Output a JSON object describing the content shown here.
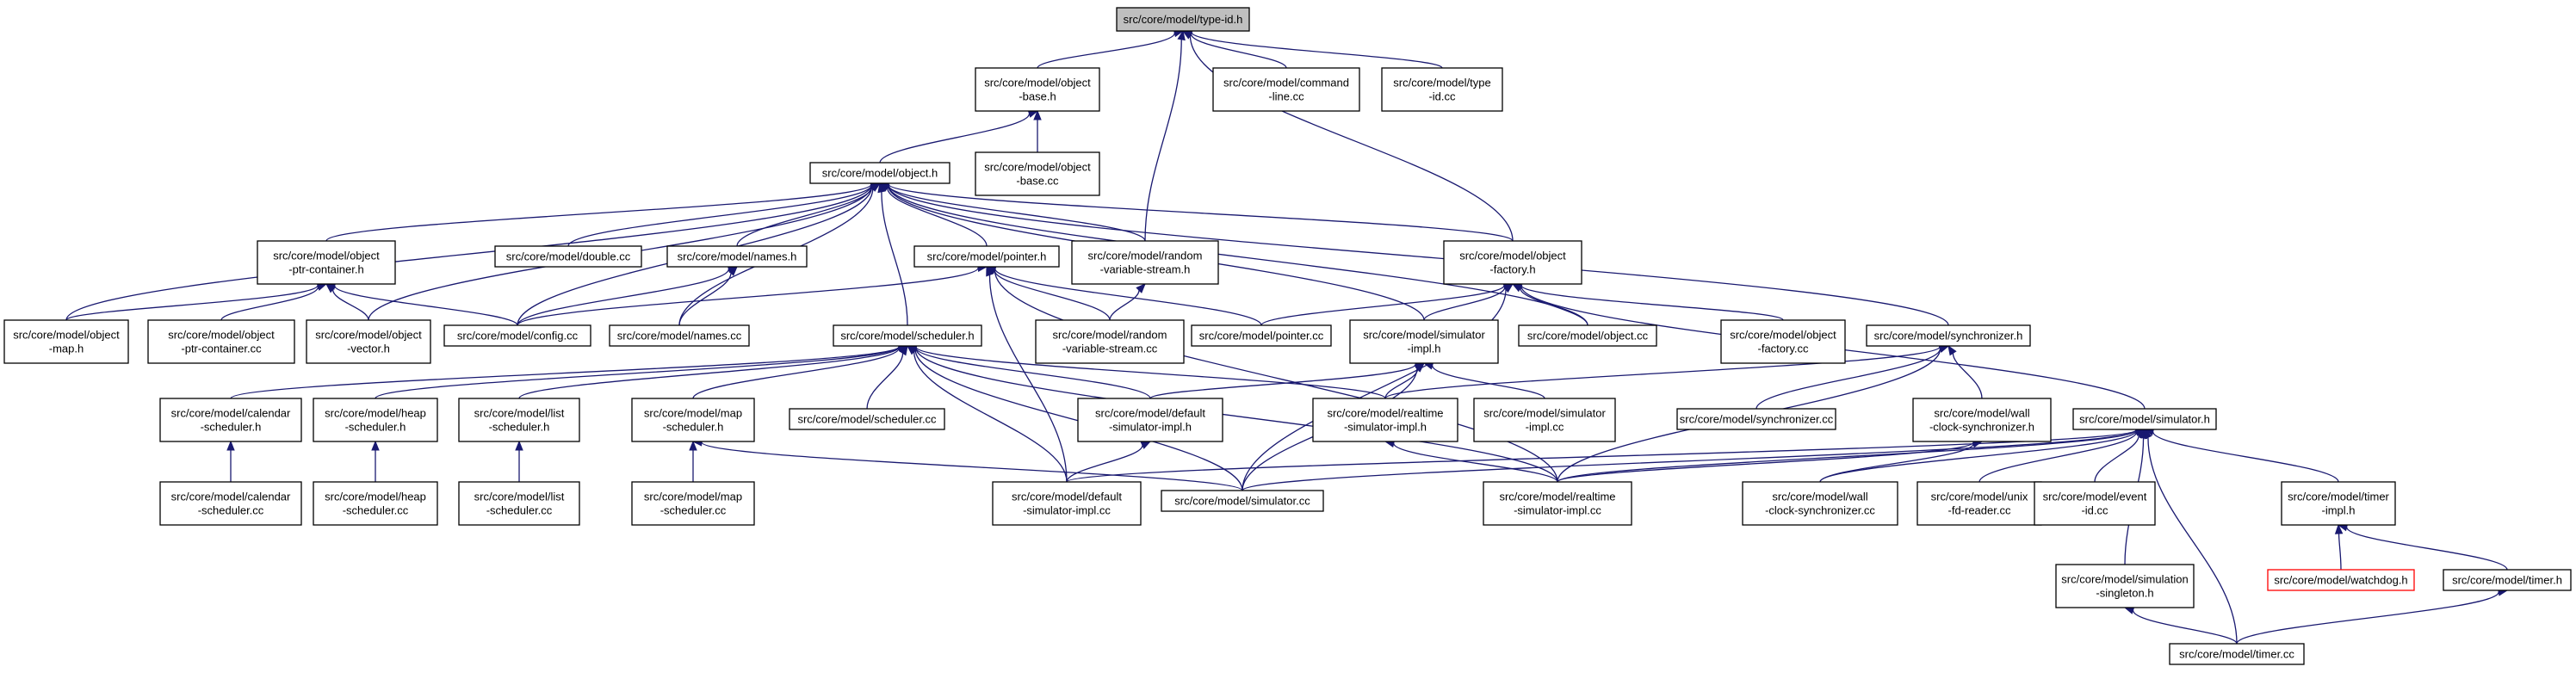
{
  "diagram": {
    "type": "include-dependency-graph",
    "colors": {
      "edge": "#191970",
      "node_border": "#000000",
      "root_fill": "#bfbfbf",
      "broken_border": "#ff0000"
    },
    "nodes": [
      {
        "id": "type_id_h",
        "lines": [
          "src/core/model/type-id.h"
        ],
        "style": "root"
      },
      {
        "id": "object_base_h",
        "lines": [
          "src/core/model/object",
          "-base.h"
        ]
      },
      {
        "id": "command_line_cc",
        "lines": [
          "src/core/model/command",
          "-line.cc"
        ]
      },
      {
        "id": "type_id_cc",
        "lines": [
          "src/core/model/type",
          "-id.cc"
        ]
      },
      {
        "id": "object_base_cc",
        "lines": [
          "src/core/model/object",
          "-base.cc"
        ]
      },
      {
        "id": "object_h",
        "lines": [
          "src/core/model/object.h"
        ]
      },
      {
        "id": "object_ptr_container_h",
        "lines": [
          "src/core/model/object",
          "-ptr-container.h"
        ]
      },
      {
        "id": "double_cc",
        "lines": [
          "src/core/model/double.cc"
        ]
      },
      {
        "id": "names_h",
        "lines": [
          "src/core/model/names.h"
        ]
      },
      {
        "id": "pointer_h",
        "lines": [
          "src/core/model/pointer.h"
        ]
      },
      {
        "id": "random_variable_stream_h",
        "lines": [
          "src/core/model/random",
          "-variable-stream.h"
        ]
      },
      {
        "id": "object_factory_h",
        "lines": [
          "src/core/model/object",
          "-factory.h"
        ]
      },
      {
        "id": "object_map_h",
        "lines": [
          "src/core/model/object",
          "-map.h"
        ]
      },
      {
        "id": "object_ptr_container_cc",
        "lines": [
          "src/core/model/object",
          "-ptr-container.cc"
        ]
      },
      {
        "id": "object_vector_h",
        "lines": [
          "src/core/model/object",
          "-vector.h"
        ]
      },
      {
        "id": "config_cc",
        "lines": [
          "src/core/model/config.cc"
        ]
      },
      {
        "id": "names_cc",
        "lines": [
          "src/core/model/names.cc"
        ]
      },
      {
        "id": "scheduler_h",
        "lines": [
          "src/core/model/scheduler.h"
        ]
      },
      {
        "id": "random_variable_stream_cc",
        "lines": [
          "src/core/model/random",
          "-variable-stream.cc"
        ]
      },
      {
        "id": "pointer_cc",
        "lines": [
          "src/core/model/pointer.cc"
        ]
      },
      {
        "id": "simulator_impl_h",
        "lines": [
          "src/core/model/simulator",
          "-impl.h"
        ]
      },
      {
        "id": "object_cc",
        "lines": [
          "src/core/model/object.cc"
        ]
      },
      {
        "id": "object_factory_cc",
        "lines": [
          "src/core/model/object",
          "-factory.cc"
        ]
      },
      {
        "id": "synchronizer_h",
        "lines": [
          "src/core/model/synchronizer.h"
        ]
      },
      {
        "id": "calendar_scheduler_h",
        "lines": [
          "src/core/model/calendar",
          "-scheduler.h"
        ]
      },
      {
        "id": "heap_scheduler_h",
        "lines": [
          "src/core/model/heap",
          "-scheduler.h"
        ]
      },
      {
        "id": "list_scheduler_h",
        "lines": [
          "src/core/model/list",
          "-scheduler.h"
        ]
      },
      {
        "id": "map_scheduler_h",
        "lines": [
          "src/core/model/map",
          "-scheduler.h"
        ]
      },
      {
        "id": "scheduler_cc",
        "lines": [
          "src/core/model/scheduler.cc"
        ]
      },
      {
        "id": "default_simulator_impl_h",
        "lines": [
          "src/core/model/default",
          "-simulator-impl.h"
        ]
      },
      {
        "id": "realtime_simulator_impl_h",
        "lines": [
          "src/core/model/realtime",
          "-simulator-impl.h"
        ]
      },
      {
        "id": "simulator_impl_cc",
        "lines": [
          "src/core/model/simulator",
          "-impl.cc"
        ]
      },
      {
        "id": "synchronizer_cc",
        "lines": [
          "src/core/model/synchronizer.cc"
        ]
      },
      {
        "id": "wall_clock_synchronizer_h",
        "lines": [
          "src/core/model/wall",
          "-clock-synchronizer.h"
        ]
      },
      {
        "id": "simulator_h",
        "lines": [
          "src/core/model/simulator.h"
        ]
      },
      {
        "id": "calendar_scheduler_cc",
        "lines": [
          "src/core/model/calendar",
          "-scheduler.cc"
        ]
      },
      {
        "id": "heap_scheduler_cc",
        "lines": [
          "src/core/model/heap",
          "-scheduler.cc"
        ]
      },
      {
        "id": "list_scheduler_cc",
        "lines": [
          "src/core/model/list",
          "-scheduler.cc"
        ]
      },
      {
        "id": "map_scheduler_cc",
        "lines": [
          "src/core/model/map",
          "-scheduler.cc"
        ]
      },
      {
        "id": "default_simulator_impl_cc",
        "lines": [
          "src/core/model/default",
          "-simulator-impl.cc"
        ]
      },
      {
        "id": "simulator_cc",
        "lines": [
          "src/core/model/simulator.cc"
        ]
      },
      {
        "id": "realtime_simulator_impl_cc",
        "lines": [
          "src/core/model/realtime",
          "-simulator-impl.cc"
        ]
      },
      {
        "id": "wall_clock_synchronizer_cc",
        "lines": [
          "src/core/model/wall",
          "-clock-synchronizer.cc"
        ]
      },
      {
        "id": "unix_fd_reader_cc",
        "lines": [
          "src/core/model/unix",
          "-fd-reader.cc"
        ]
      },
      {
        "id": "event_id_cc",
        "lines": [
          "src/core/model/event",
          "-id.cc"
        ]
      },
      {
        "id": "timer_impl_h",
        "lines": [
          "src/core/model/timer",
          "-impl.h"
        ]
      },
      {
        "id": "watchdog_h",
        "lines": [
          "src/core/model/watchdog.h"
        ],
        "style": "broken"
      },
      {
        "id": "timer_h",
        "lines": [
          "src/core/model/timer.h"
        ]
      },
      {
        "id": "simulation_singleton_h",
        "lines": [
          "src/core/model/simulation",
          "-singleton.h"
        ]
      },
      {
        "id": "timer_cc",
        "lines": [
          "src/core/model/timer.cc"
        ]
      }
    ],
    "edges": [
      [
        "type_id_h",
        "object_base_h"
      ],
      [
        "type_id_h",
        "command_line_cc"
      ],
      [
        "type_id_h",
        "type_id_cc"
      ],
      [
        "type_id_h",
        "random_variable_stream_h"
      ],
      [
        "type_id_h",
        "object_factory_h"
      ],
      [
        "object_base_h",
        "object_base_cc"
      ],
      [
        "object_base_h",
        "object_h"
      ],
      [
        "object_h",
        "object_map_h"
      ],
      [
        "object_h",
        "object_ptr_container_h"
      ],
      [
        "object_h",
        "object_vector_h"
      ],
      [
        "object_h",
        "config_cc"
      ],
      [
        "object_h",
        "double_cc"
      ],
      [
        "object_h",
        "names_h"
      ],
      [
        "object_h",
        "names_cc"
      ],
      [
        "object_h",
        "scheduler_h"
      ],
      [
        "object_h",
        "pointer_h"
      ],
      [
        "object_h",
        "random_variable_stream_h"
      ],
      [
        "object_h",
        "simulator_impl_h"
      ],
      [
        "object_h",
        "object_factory_h"
      ],
      [
        "object_h",
        "object_cc"
      ],
      [
        "object_h",
        "synchronizer_h"
      ],
      [
        "object_ptr_container_h",
        "object_map_h"
      ],
      [
        "object_ptr_container_h",
        "object_ptr_container_cc"
      ],
      [
        "object_ptr_container_h",
        "object_vector_h"
      ],
      [
        "object_ptr_container_h",
        "config_cc"
      ],
      [
        "names_h",
        "config_cc"
      ],
      [
        "names_h",
        "names_cc"
      ],
      [
        "pointer_h",
        "config_cc"
      ],
      [
        "pointer_h",
        "random_variable_stream_cc"
      ],
      [
        "pointer_h",
        "pointer_cc"
      ],
      [
        "pointer_h",
        "default_simulator_impl_cc"
      ],
      [
        "pointer_h",
        "realtime_simulator_impl_cc"
      ],
      [
        "random_variable_stream_h",
        "random_variable_stream_cc"
      ],
      [
        "object_factory_h",
        "pointer_cc"
      ],
      [
        "object_factory_h",
        "simulator_impl_h"
      ],
      [
        "object_factory_h",
        "object_cc"
      ],
      [
        "object_factory_h",
        "object_factory_cc"
      ],
      [
        "object_factory_h",
        "simulator_cc"
      ],
      [
        "object_factory_h",
        "simulator_h"
      ],
      [
        "scheduler_h",
        "calendar_scheduler_h"
      ],
      [
        "scheduler_h",
        "heap_scheduler_h"
      ],
      [
        "scheduler_h",
        "list_scheduler_h"
      ],
      [
        "scheduler_h",
        "map_scheduler_h"
      ],
      [
        "scheduler_h",
        "scheduler_cc"
      ],
      [
        "scheduler_h",
        "default_simulator_impl_h"
      ],
      [
        "scheduler_h",
        "realtime_simulator_impl_h"
      ],
      [
        "scheduler_h",
        "default_simulator_impl_cc"
      ],
      [
        "scheduler_h",
        "simulator_cc"
      ],
      [
        "scheduler_h",
        "realtime_simulator_impl_cc"
      ],
      [
        "simulator_impl_h",
        "default_simulator_impl_h"
      ],
      [
        "simulator_impl_h",
        "realtime_simulator_impl_h"
      ],
      [
        "simulator_impl_h",
        "simulator_impl_cc"
      ],
      [
        "simulator_impl_h",
        "simulator_cc"
      ],
      [
        "synchronizer_h",
        "realtime_simulator_impl_h"
      ],
      [
        "synchronizer_h",
        "synchronizer_cc"
      ],
      [
        "synchronizer_h",
        "wall_clock_synchronizer_h"
      ],
      [
        "synchronizer_h",
        "realtime_simulator_impl_cc"
      ],
      [
        "calendar_scheduler_h",
        "calendar_scheduler_cc"
      ],
      [
        "heap_scheduler_h",
        "heap_scheduler_cc"
      ],
      [
        "list_scheduler_h",
        "list_scheduler_cc"
      ],
      [
        "map_scheduler_h",
        "map_scheduler_cc"
      ],
      [
        "map_scheduler_h",
        "simulator_cc"
      ],
      [
        "default_simulator_impl_h",
        "default_simulator_impl_cc"
      ],
      [
        "realtime_simulator_impl_h",
        "realtime_simulator_impl_cc"
      ],
      [
        "wall_clock_synchronizer_h",
        "wall_clock_synchronizer_cc"
      ],
      [
        "wall_clock_synchronizer_h",
        "realtime_simulator_impl_cc"
      ],
      [
        "simulator_h",
        "default_simulator_impl_cc"
      ],
      [
        "simulator_h",
        "simulator_cc"
      ],
      [
        "simulator_h",
        "realtime_simulator_impl_cc"
      ],
      [
        "simulator_h",
        "wall_clock_synchronizer_cc"
      ],
      [
        "simulator_h",
        "unix_fd_reader_cc"
      ],
      [
        "simulator_h",
        "event_id_cc"
      ],
      [
        "simulator_h",
        "timer_impl_h"
      ],
      [
        "simulator_h",
        "simulation_singleton_h"
      ],
      [
        "simulator_h",
        "timer_cc"
      ],
      [
        "timer_impl_h",
        "watchdog_h"
      ],
      [
        "timer_impl_h",
        "timer_h"
      ],
      [
        "timer_h",
        "timer_cc"
      ],
      [
        "simulation_singleton_h",
        "timer_cc"
      ]
    ]
  }
}
